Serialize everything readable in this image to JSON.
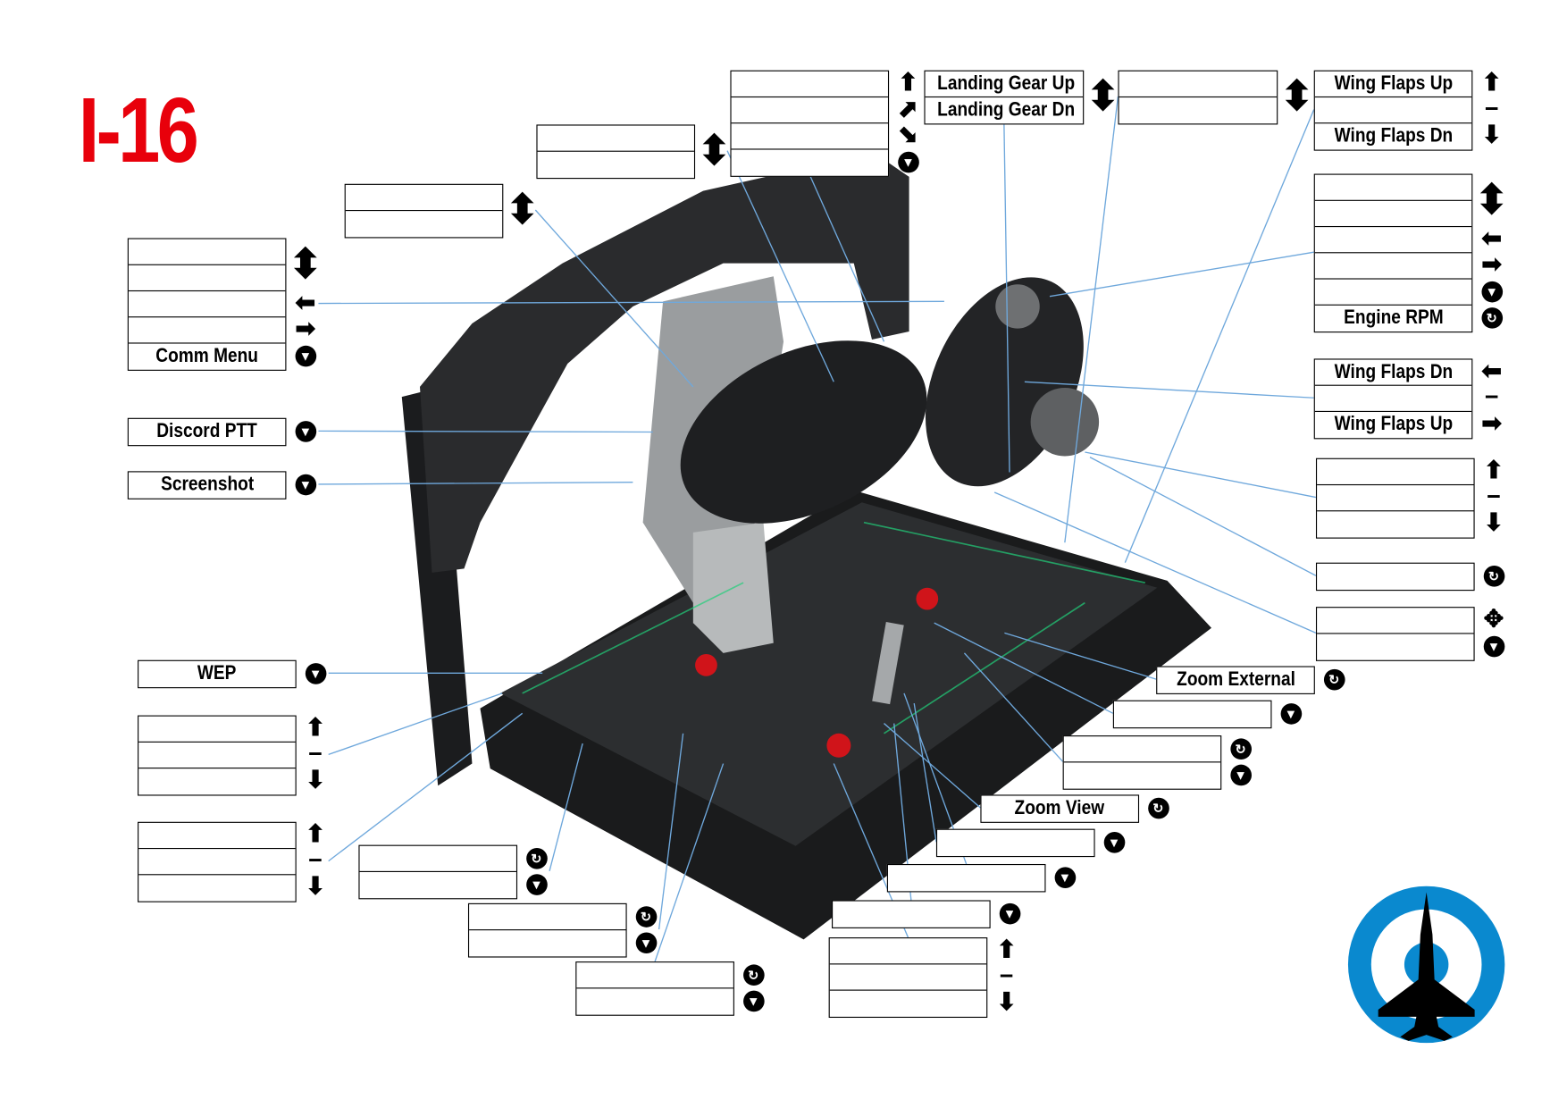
{
  "title": "I-16",
  "colors": {
    "title": "#e8000b",
    "leader": "#6fa8dc",
    "roundel": "#0a89cf",
    "device": "#1f2022",
    "panel_text": "#21d07a"
  },
  "groups": [
    {
      "rows": [
        "",
        "",
        "",
        ""
      ],
      "icons": [
        "arrow-up",
        "arrow-up-right",
        "arrow-diag-right",
        "circle-down"
      ]
    },
    {
      "rows": [
        "",
        ""
      ],
      "icons": [
        "arrow-up-down"
      ]
    },
    {
      "rows": [
        "",
        ""
      ],
      "icons": [
        "arrow-up-down"
      ]
    },
    {
      "rows": [
        "Landing Gear Up",
        "Landing Gear Dn"
      ],
      "icons": [
        "arrow-up-down"
      ]
    },
    {
      "rows": [
        "",
        ""
      ],
      "icons": [
        "arrow-up-down"
      ]
    },
    {
      "rows": [
        "Wing Flaps Up",
        "",
        "Wing Flaps Dn"
      ],
      "icons": [
        "arrow-up",
        "minus",
        "arrow-down"
      ]
    },
    {
      "rows": [
        "",
        "",
        "",
        "",
        "",
        "Engine RPM"
      ],
      "icons": [
        "arrow-up-down",
        "arrow-left",
        "arrow-right",
        "circle-down",
        "rotate"
      ]
    },
    {
      "rows": [
        "",
        "",
        "",
        "",
        "Comm Menu"
      ],
      "icons": [
        "arrow-up-down",
        "arrow-left",
        "arrow-right",
        "circle-down"
      ]
    },
    {
      "rows": [
        "Discord PTT"
      ],
      "icons": [
        "circle-down"
      ]
    },
    {
      "rows": [
        "Screenshot"
      ],
      "icons": [
        "circle-down"
      ]
    },
    {
      "rows": [
        "Wing Flaps Dn",
        "",
        "Wing Flaps Up"
      ],
      "icons": [
        "arrow-left",
        "minus",
        "arrow-right"
      ]
    },
    {
      "rows": [
        "",
        "",
        ""
      ],
      "icons": [
        "arrow-up",
        "minus",
        "arrow-down"
      ]
    },
    {
      "rows": [
        ""
      ],
      "icons": [
        "rotate"
      ]
    },
    {
      "rows": [
        "",
        ""
      ],
      "icons": [
        "move",
        "circle-down"
      ]
    },
    {
      "rows": [
        "Zoom External"
      ],
      "icons": [
        "rotate"
      ]
    },
    {
      "rows": [
        ""
      ],
      "icons": [
        "circle-down"
      ]
    },
    {
      "rows": [
        "",
        ""
      ],
      "icons": [
        "rotate",
        "circle-down"
      ]
    },
    {
      "rows": [
        "Zoom View"
      ],
      "icons": [
        "rotate"
      ]
    },
    {
      "rows": [
        ""
      ],
      "icons": [
        "circle-down"
      ]
    },
    {
      "rows": [
        ""
      ],
      "icons": [
        "circle-down"
      ]
    },
    {
      "rows": [
        ""
      ],
      "icons": [
        "circle-down"
      ]
    },
    {
      "rows": [
        "",
        "",
        ""
      ],
      "icons": [
        "arrow-up",
        "minus",
        "arrow-down"
      ]
    },
    {
      "rows": [
        "WEP"
      ],
      "icons": [
        "circle-down"
      ]
    },
    {
      "rows": [
        "",
        "",
        ""
      ],
      "icons": [
        "arrow-up",
        "minus",
        "arrow-down"
      ]
    },
    {
      "rows": [
        "",
        "",
        ""
      ],
      "icons": [
        "arrow-up",
        "minus",
        "arrow-down"
      ]
    },
    {
      "rows": [
        "",
        ""
      ],
      "icons": [
        "rotate",
        "circle-down"
      ]
    },
    {
      "rows": [
        "",
        ""
      ],
      "icons": [
        "rotate",
        "circle-down"
      ]
    },
    {
      "rows": [
        "",
        ""
      ],
      "icons": [
        "rotate",
        "circle-down"
      ]
    }
  ]
}
